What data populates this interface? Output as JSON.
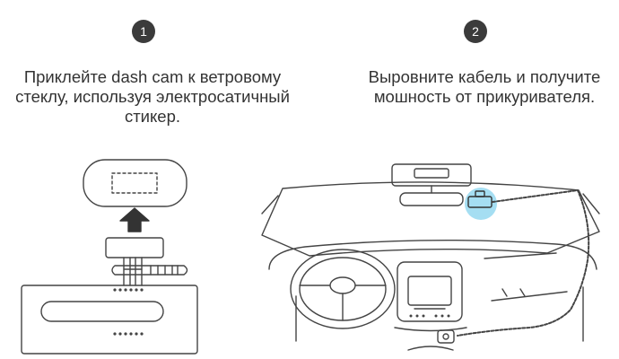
{
  "steps": [
    {
      "number": "1",
      "text": "Приклейте dash cam к ветровому стеклу, используя электросатичный стикер."
    },
    {
      "number": "2",
      "text": "Выровните кабель и получите мошность от прикуривателя."
    }
  ],
  "colors": {
    "badge": "#3b3b3b",
    "line": "#444444",
    "highlight": "#8fd6ef",
    "text": "#333333"
  }
}
